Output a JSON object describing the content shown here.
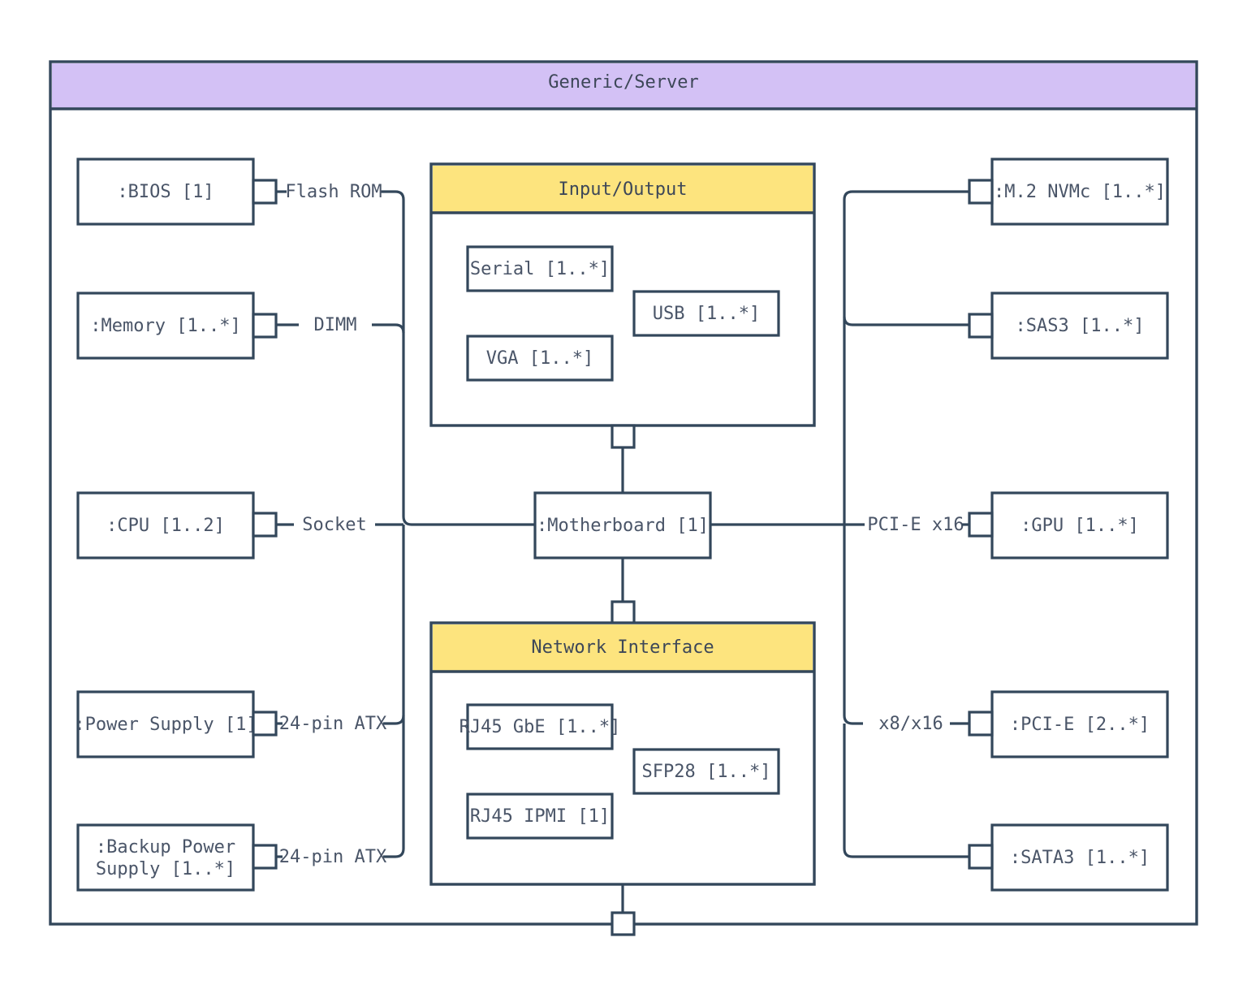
{
  "diagram": {
    "type": "uml-component-diagram",
    "root_package": {
      "title": "Generic/Server",
      "header_color": "#D3C1F5",
      "border_color": "#33475B",
      "background": "#FFFFFF"
    },
    "packages": [
      {
        "id": "io",
        "title": "Input/Output",
        "header_color": "#FDE47E",
        "children": [
          {
            "id": "serial",
            "label": "Serial [1..*]"
          },
          {
            "id": "usb",
            "label": "USB [1..*]"
          },
          {
            "id": "vga",
            "label": "VGA [1..*]"
          }
        ]
      },
      {
        "id": "network",
        "title": "Network Interface",
        "header_color": "#FDE47E",
        "children": [
          {
            "id": "rj45gbe",
            "label": "RJ45 GbE [1..*]"
          },
          {
            "id": "sfp28",
            "label": "SFP28 [1..*]"
          },
          {
            "id": "rj45ipmi",
            "label": "RJ45 IPMI [1]"
          }
        ]
      }
    ],
    "nodes": {
      "bios": {
        "label": ":BIOS [1]"
      },
      "memory": {
        "label": ":Memory [1..*]"
      },
      "cpu": {
        "label": ":CPU [1..2]"
      },
      "psu": {
        "label": ":Power Supply [1]"
      },
      "backup_psu_line1": ":Backup Power",
      "backup_psu_line2": "Supply [1..*]",
      "motherboard": {
        "label": ":Motherboard [1]"
      },
      "m2nvmc": {
        "label": ":M.2 NVMc [1..*]"
      },
      "sas3": {
        "label": ":SAS3 [1..*]"
      },
      "gpu": {
        "label": ":GPU [1..*]"
      },
      "pcie": {
        "label": ":PCI-E [2..*]"
      },
      "sata3": {
        "label": ":SATA3 [1..*]"
      }
    },
    "edge_labels": {
      "flash_rom": "Flash ROM",
      "dimm": "DIMM",
      "socket": "Socket",
      "atx_psu": "24-pin ATX",
      "atx_backup": "24-pin ATX",
      "pcie_x16": "PCI-E x16",
      "x8_x16": "x8/x16"
    }
  }
}
